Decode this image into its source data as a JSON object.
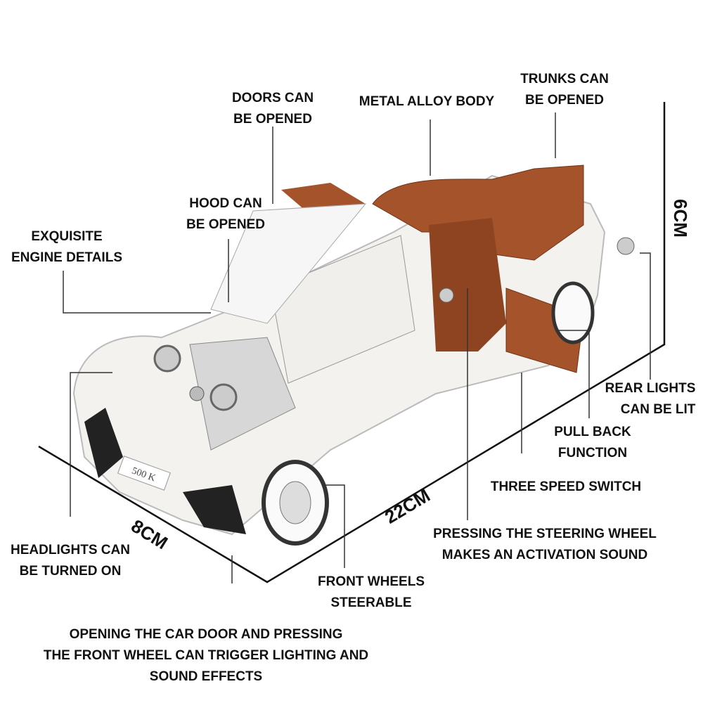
{
  "labels": {
    "doors": [
      "DOORS CAN",
      "BE OPENED"
    ],
    "body": [
      "METAL ALLOY BODY"
    ],
    "trunks": [
      "TRUNKS CAN",
      "BE OPENED"
    ],
    "hood": [
      "HOOD CAN",
      "BE OPENED"
    ],
    "engine": [
      "EXQUISITE",
      "ENGINE DETAILS"
    ],
    "rear_lights": [
      "REAR LIGHTS",
      "CAN BE LIT"
    ],
    "pull_back": [
      "PULL BACK",
      "FUNCTION"
    ],
    "speed": [
      "THREE SPEED SWITCH"
    ],
    "steering": [
      "PRESSING THE STEERING WHEEL",
      "MAKES AN ACTIVATION SOUND"
    ],
    "headlights": [
      "HEADLIGHTS CAN",
      "BE TURNED ON"
    ],
    "front_wheels": [
      "FRONT WHEELS",
      "STEERABLE"
    ],
    "bottom": [
      "OPENING THE CAR DOOR AND PRESSING",
      "THE FRONT WHEEL CAN TRIGGER LIGHTING AND",
      "SOUND EFFECTS"
    ]
  },
  "dimensions": {
    "height": "6CM",
    "length": "22CM",
    "width": "8CM"
  },
  "plate": "500 K",
  "colors": {
    "body": "#f4f2ee",
    "interior": "#a5532a",
    "line": "#111111"
  }
}
